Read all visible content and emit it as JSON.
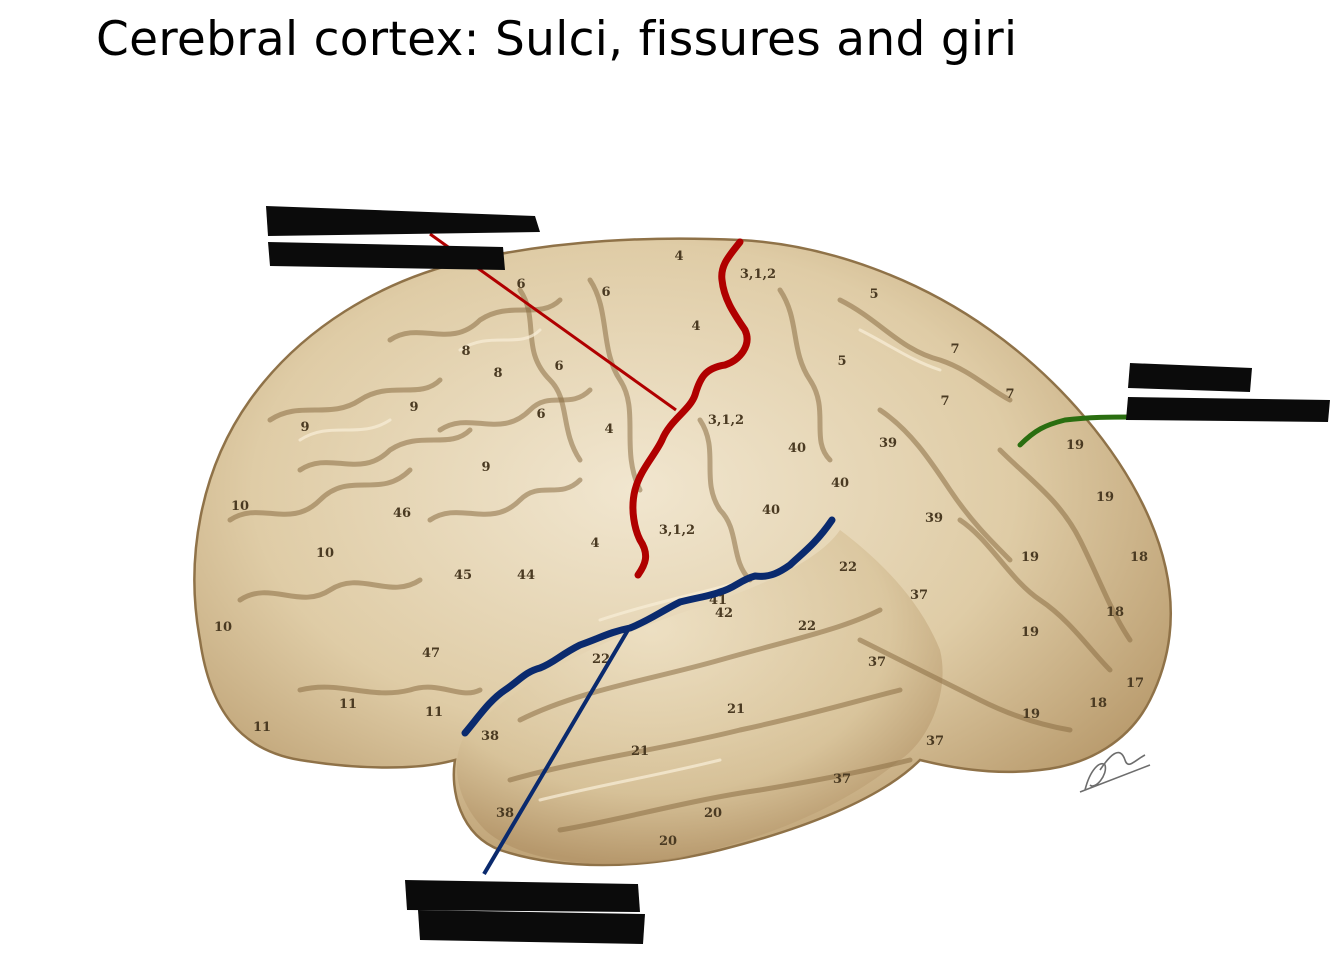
{
  "title": "Cerebral cortex: Sulci, fissures and giri",
  "labels": {
    "central_sulcus_label_1": "",
    "central_sulcus_label_2": "",
    "parieto_occipital_label_1": "",
    "parieto_occipital_label_2": "",
    "lateral_fissure_label_1": "",
    "lateral_fissure_label_2": ""
  },
  "colors": {
    "central_sulcus": "#b00000",
    "lateral_fissure": "#0a2a6e",
    "parieto_occipital_sulcus": "#2a6e10",
    "brain_fill": "#e2d2b0",
    "redaction": "#0b0b0b"
  },
  "brodmann_areas": [
    {
      "text": "4"
    },
    {
      "text": "3,1,2"
    },
    {
      "text": "5"
    },
    {
      "text": "6"
    },
    {
      "text": "6"
    },
    {
      "text": "4"
    },
    {
      "text": "8"
    },
    {
      "text": "8"
    },
    {
      "text": "6"
    },
    {
      "text": "5"
    },
    {
      "text": "7"
    },
    {
      "text": "7"
    },
    {
      "text": "7"
    },
    {
      "text": "9"
    },
    {
      "text": "6"
    },
    {
      "text": "3,1,2"
    },
    {
      "text": "9"
    },
    {
      "text": "4"
    },
    {
      "text": "40"
    },
    {
      "text": "39"
    },
    {
      "text": "19"
    },
    {
      "text": "9"
    },
    {
      "text": "10"
    },
    {
      "text": "46"
    },
    {
      "text": "40"
    },
    {
      "text": "40"
    },
    {
      "text": "39"
    },
    {
      "text": "19"
    },
    {
      "text": "3,1,2"
    },
    {
      "text": "10"
    },
    {
      "text": "4"
    },
    {
      "text": "45"
    },
    {
      "text": "44"
    },
    {
      "text": "22"
    },
    {
      "text": "19"
    },
    {
      "text": "18"
    },
    {
      "text": "41"
    },
    {
      "text": "42"
    },
    {
      "text": "37"
    },
    {
      "text": "18"
    },
    {
      "text": "10"
    },
    {
      "text": "22"
    },
    {
      "text": "19"
    },
    {
      "text": "47"
    },
    {
      "text": "22"
    },
    {
      "text": "37"
    },
    {
      "text": "17"
    },
    {
      "text": "11"
    },
    {
      "text": "11"
    },
    {
      "text": "11"
    },
    {
      "text": "21"
    },
    {
      "text": "38"
    },
    {
      "text": "19"
    },
    {
      "text": "18"
    },
    {
      "text": "21"
    },
    {
      "text": "37"
    },
    {
      "text": "37"
    },
    {
      "text": "38"
    },
    {
      "text": "20"
    },
    {
      "text": "20"
    }
  ],
  "signature": "F. Netter M.D."
}
